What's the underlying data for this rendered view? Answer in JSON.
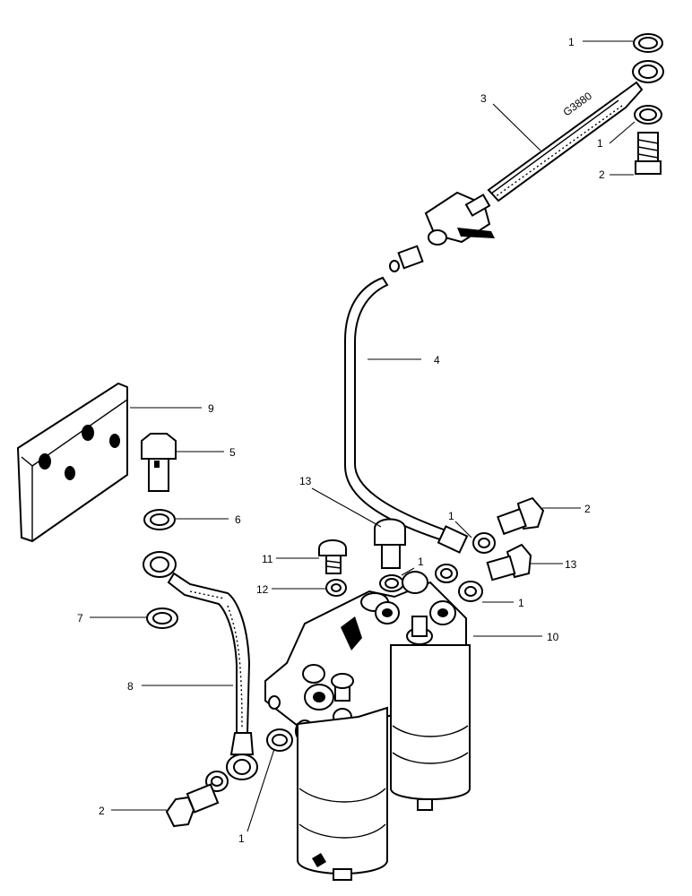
{
  "diagram": {
    "image_text": "G3880",
    "labels": [
      "1",
      "1",
      "2",
      "3",
      "4",
      "9",
      "5",
      "6",
      "13",
      "1",
      "2",
      "13",
      "11",
      "12",
      "1",
      "1",
      "7",
      "10",
      "8",
      "2",
      "1"
    ]
  }
}
